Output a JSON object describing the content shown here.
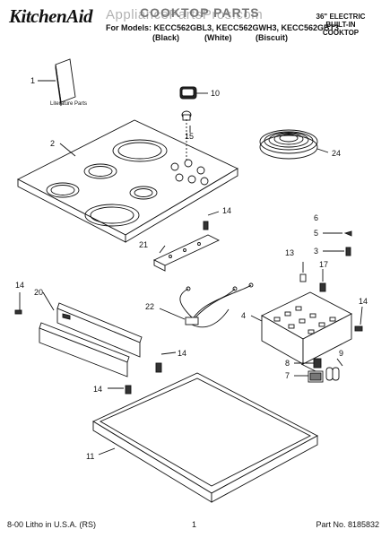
{
  "header": {
    "brand": "KitchenAid",
    "title": "COOKTOP PARTS",
    "models_line": "For Models: KECC562GBL3, KECC562GWH3, KECC562GBT3",
    "variants": [
      "(Black)",
      "(White)",
      "(Biscuit)"
    ],
    "product_type": [
      "36\" ELECTRIC",
      "BUILT-IN",
      "COOKTOP"
    ],
    "watermark": "AppliancePartsPros.com"
  },
  "diagram": {
    "literature_label": "Literature Parts",
    "callouts": {
      "c1": "1",
      "c2": "2",
      "c3": "3",
      "c4": "4",
      "c5": "5",
      "c6": "6",
      "c7": "7",
      "c8": "8",
      "c9": "9",
      "c10": "10",
      "c11": "11",
      "c13": "13",
      "c14a": "14",
      "c14b": "14",
      "c14c": "14",
      "c14d": "14",
      "c14e": "14",
      "c15": "15",
      "c17": "17",
      "c20": "20",
      "c21": "21",
      "c22": "22",
      "c24": "24"
    }
  },
  "footer": {
    "litho": "8-00 Litho in U.S.A. (RS)",
    "page": "1",
    "part_no": "Part No. 8185832"
  }
}
